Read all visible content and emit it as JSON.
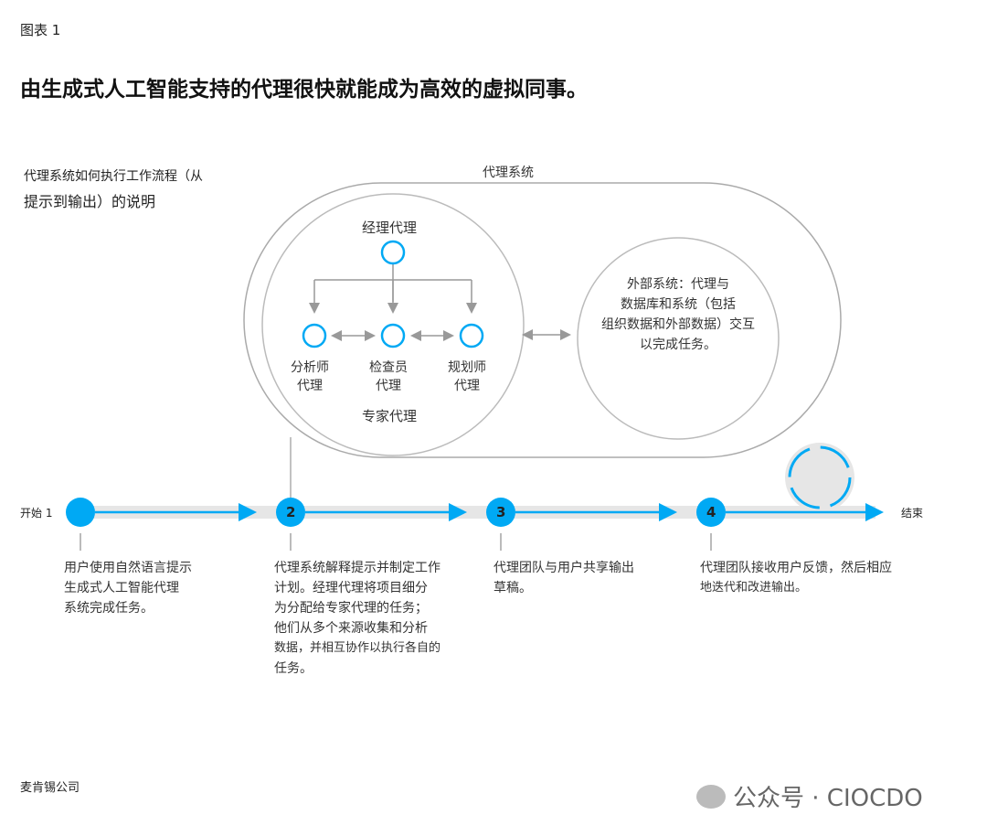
{
  "figure_label": "图表 1",
  "title": "由生成式人工智能支持的代理很快就能成为高效的虚拟同事。",
  "subtitle": [
    "代理系统如何执行工作流程（从",
    "提示到输出）的说明"
  ],
  "agent_system_label": "代理系统",
  "manager_agent": "经理代理",
  "specialists": [
    {
      "line1": "分析师",
      "line2": "代理"
    },
    {
      "line1": "检查员",
      "line2": "代理"
    },
    {
      "line1": "规划师",
      "line2": "代理"
    }
  ],
  "specialist_group_label": "专家代理",
  "external_system": [
    "外部系统：代理与",
    "数据库和系统（包括",
    "组织数据和外部数据）交互",
    "以完成任务。"
  ],
  "timeline": {
    "start": "开始 1",
    "end": "结束",
    "steps": [
      "2",
      "3",
      "4"
    ]
  },
  "step_descriptions": [
    [
      "用户使用自然语言提示",
      "生成式人工智能代理",
      "系统完成任务。"
    ],
    [
      "代理系统解释提示并制定工作",
      "计划。经理代理将项目细分",
      "为分配给专家代理的任务；",
      "他们从多个来源收集和分析",
      "数据，并相互协作以执行各自的",
      "任务。"
    ],
    [
      "代理团队与用户共享输出",
      "草稿。"
    ],
    [
      "代理团队接收用户反馈，然后相应",
      "地迭代和改进输出。"
    ]
  ],
  "source": "麦肯锡公司",
  "watermark": "公众号 · CIOCDO",
  "colors": {
    "accent": "#00a9f4",
    "line": "#999999"
  }
}
